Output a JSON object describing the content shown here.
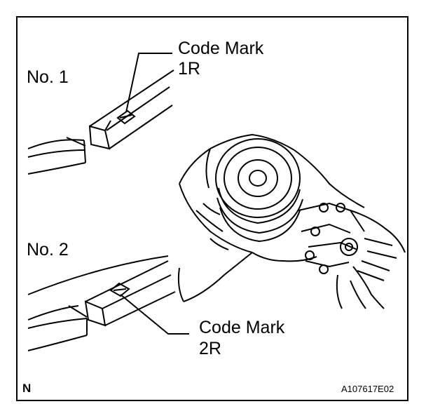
{
  "labels": {
    "no1": "No. 1",
    "no2": "No. 2",
    "code_mark_top": "Code Mark",
    "code_mark_top_value": "1R",
    "code_mark_bottom": "Code Mark",
    "code_mark_bottom_value": "2R",
    "corner_letter": "N",
    "figure_id": "A107617E02"
  },
  "colors": {
    "line": "#000000",
    "background": "#ffffff"
  }
}
